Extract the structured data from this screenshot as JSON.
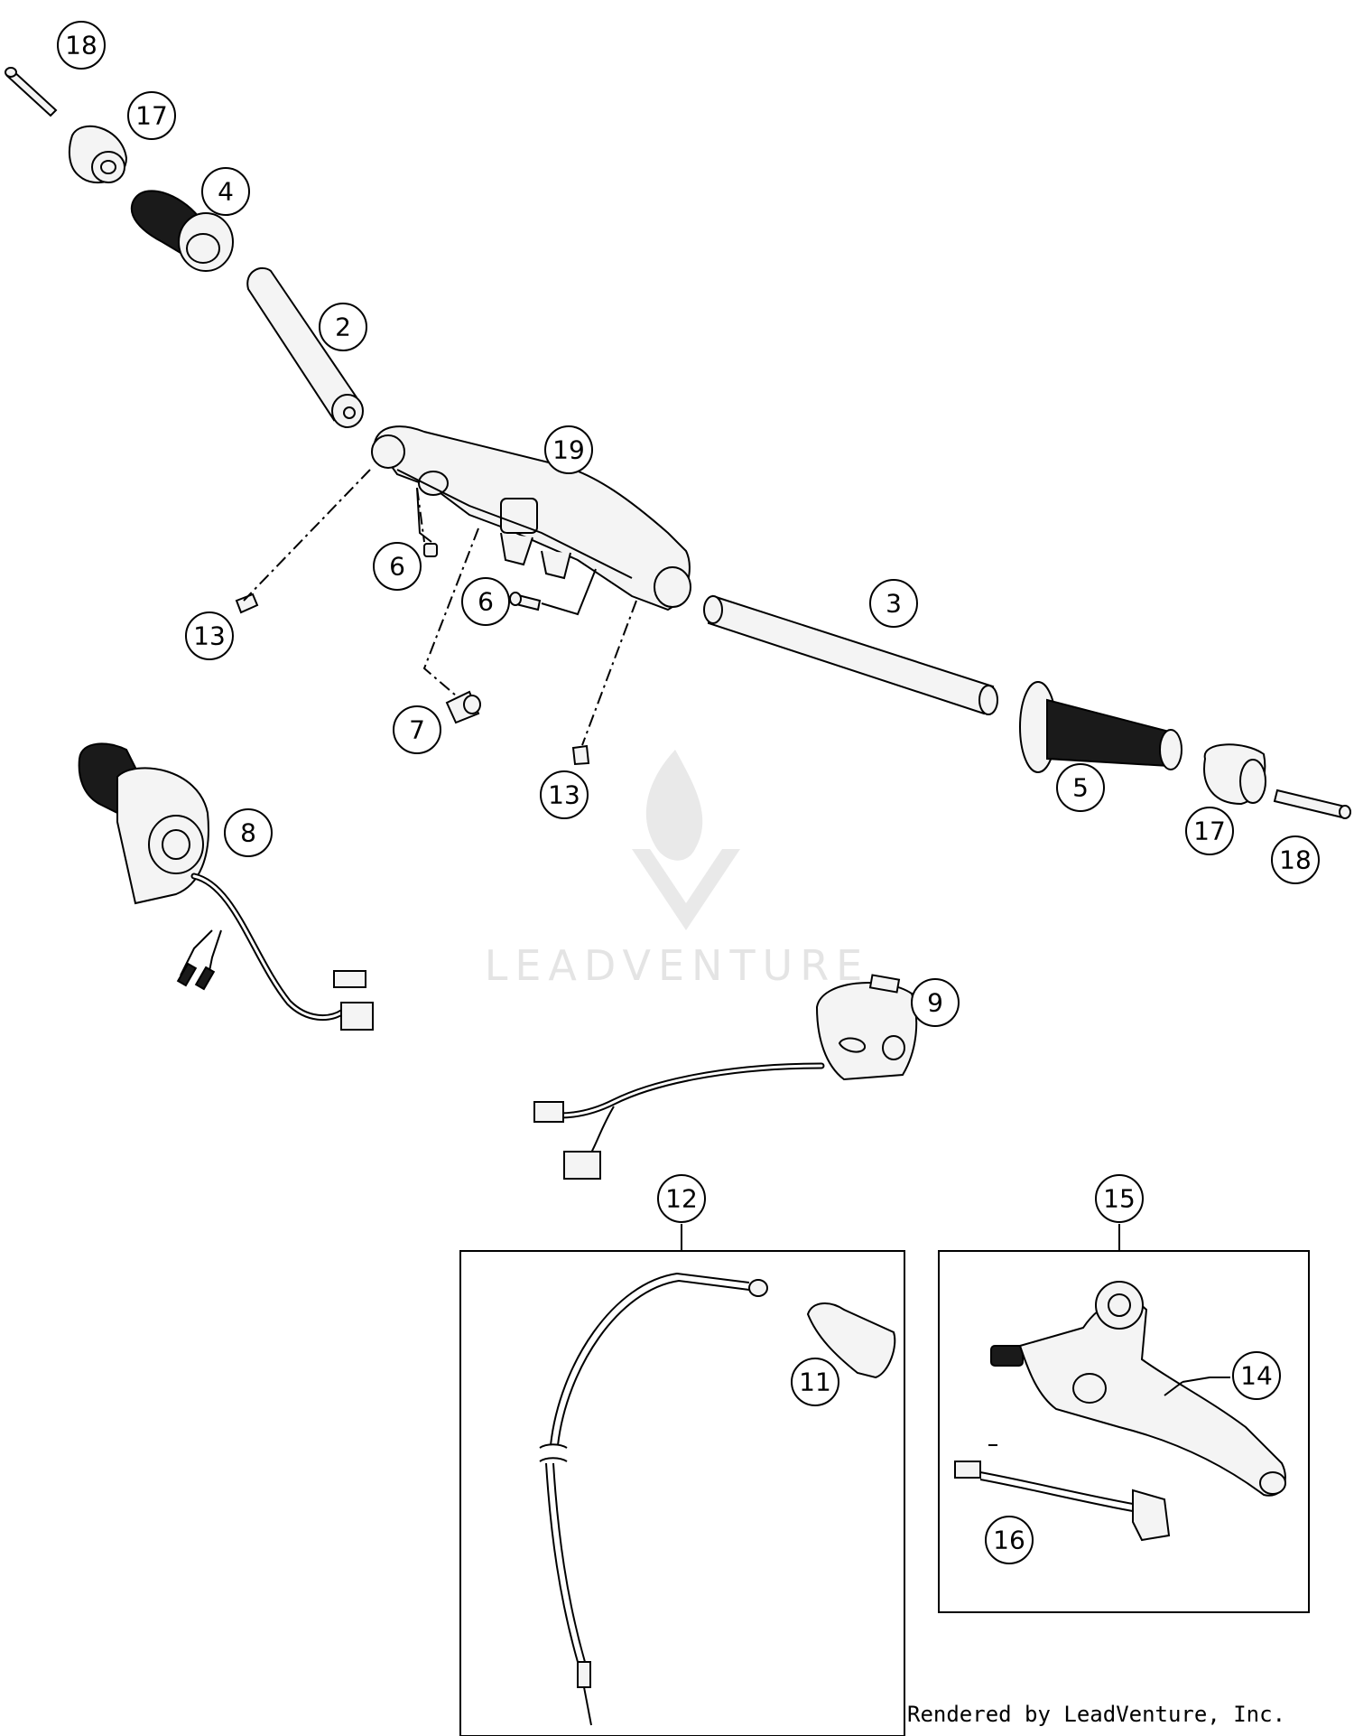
{
  "watermark": {
    "text": "LEADVENTURE"
  },
  "credit": "Rendered by LeadVenture, Inc.",
  "callouts": [
    {
      "id": "c18a",
      "label": "18"
    },
    {
      "id": "c17a",
      "label": "17"
    },
    {
      "id": "c4",
      "label": "4"
    },
    {
      "id": "c2",
      "label": "2"
    },
    {
      "id": "c19",
      "label": "19"
    },
    {
      "id": "c6a",
      "label": "6"
    },
    {
      "id": "c6b",
      "label": "6"
    },
    {
      "id": "c3",
      "label": "3"
    },
    {
      "id": "c13a",
      "label": "13"
    },
    {
      "id": "c7",
      "label": "7"
    },
    {
      "id": "c13b",
      "label": "13"
    },
    {
      "id": "c5",
      "label": "5"
    },
    {
      "id": "c17b",
      "label": "17"
    },
    {
      "id": "c18b",
      "label": "18"
    },
    {
      "id": "c8",
      "label": "8"
    },
    {
      "id": "c9",
      "label": "9"
    },
    {
      "id": "c12",
      "label": "12"
    },
    {
      "id": "c11",
      "label": "11"
    },
    {
      "id": "c15",
      "label": "15"
    },
    {
      "id": "c14",
      "label": "14"
    },
    {
      "id": "c16",
      "label": "16"
    }
  ]
}
